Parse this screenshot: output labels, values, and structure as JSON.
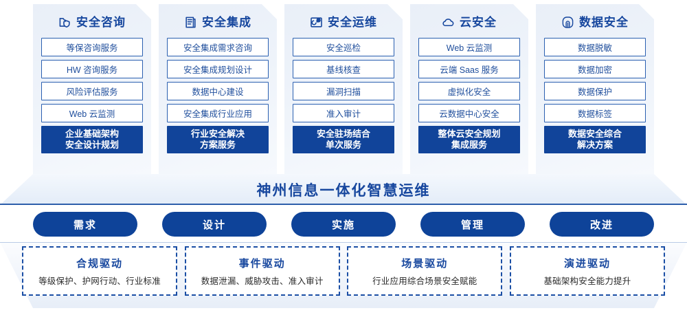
{
  "columns": [
    {
      "icon": "shield-folder-icon",
      "title": "安全咨询",
      "items": [
        "等保咨询服务",
        "HW 咨询服务",
        "风险评估服务",
        "Web 云监测"
      ],
      "footer": [
        "企业基础架构",
        "安全设计规划"
      ]
    },
    {
      "icon": "document-stack-icon",
      "title": "安全集成",
      "items": [
        "安全集成需求咨询",
        "安全集成规划设计",
        "数据中心建设",
        "安全集成行业应用"
      ],
      "footer": [
        "行业安全解决",
        "方案服务"
      ]
    },
    {
      "icon": "monitor-chart-icon",
      "title": "安全运维",
      "items": [
        "安全巡检",
        "基线核查",
        "漏洞扫描",
        "准入审计"
      ],
      "footer": [
        "安全驻场结合",
        "单次服务"
      ]
    },
    {
      "icon": "cloud-icon",
      "title": "云安全",
      "items": [
        "Web 云监测",
        "云端 Saas 服务",
        "虚拟化安全",
        "云数据中心安全"
      ],
      "footer": [
        "整体云安全规划",
        "集成服务"
      ]
    },
    {
      "icon": "fingerprint-icon",
      "title": "数据安全",
      "items": [
        "数据脱敏",
        "数据加密",
        "数据保护",
        "数据标签"
      ],
      "footer": [
        "数据安全综合",
        "解决方案"
      ]
    }
  ],
  "banner": {
    "text": "神州信息一体化智慧运维"
  },
  "pills": [
    {
      "label": "需求"
    },
    {
      "label": "设计"
    },
    {
      "label": "实施"
    },
    {
      "label": "管理"
    },
    {
      "label": "改进"
    }
  ],
  "drivers": [
    {
      "title": "合规驱动",
      "subtitle": "等级保护、护网行动、行业标准"
    },
    {
      "title": "事件驱动",
      "subtitle": "数据泄漏、威胁攻击、准入审计"
    },
    {
      "title": "场景驱动",
      "subtitle": "行业应用综合场景安全赋能"
    },
    {
      "title": "演进驱动",
      "subtitle": "基础架构安全能力提升"
    }
  ],
  "colors": {
    "primary": "#17479e",
    "deep": "#11449a",
    "pill": "#0e4399",
    "border": "#2a5fb0"
  }
}
